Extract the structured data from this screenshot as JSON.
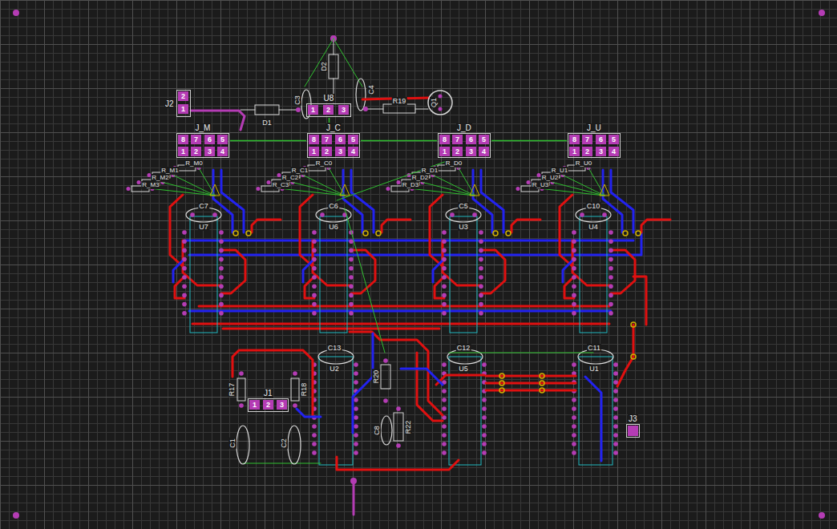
{
  "diagram": {
    "nodes": [
      {
        "text": [
          "J2",
          "2",
          "1"
        ]
      },
      {
        "text": [
          "U8",
          "1",
          "2",
          "3"
        ]
      },
      {
        "text": [
          "J_M",
          "8",
          "7",
          "6",
          "5",
          "1",
          "2",
          "3",
          "4"
        ]
      },
      {
        "text": [
          "J_C",
          "8",
          "7",
          "6",
          "5",
          "1",
          "2",
          "3",
          "4"
        ]
      },
      {
        "text": [
          "J_D",
          "8",
          "7",
          "6",
          "5",
          "1",
          "2",
          "3",
          "4"
        ]
      },
      {
        "text": [
          "J_U",
          "8",
          "7",
          "6",
          "5",
          "1",
          "2",
          "3",
          "4"
        ]
      },
      {
        "text": [
          "J1",
          "1",
          "2",
          "3"
        ]
      },
      {
        "text": [
          "J3"
        ]
      }
    ],
    "edges": [
      {
        "from": 2,
        "to": 3,
        "arrow": "none"
      },
      {
        "from": 3,
        "to": 4,
        "arrow": "none"
      },
      {
        "from": 4,
        "to": 5,
        "arrow": "none"
      },
      {
        "from": 3,
        "to": 1,
        "arrow": "none"
      }
    ],
    "labels": [
      "D1",
      "D2",
      "C3",
      "C4",
      "R19",
      "Q1",
      "R_M0",
      "R_M1",
      "R_M2",
      "R_M3",
      "R_C0",
      "R_C1",
      "R_C2",
      "R_C3",
      "R_D0",
      "R_D1",
      "R_D2",
      "R_D3",
      "R_U0",
      "R_U1",
      "R_U2",
      "R_U3",
      "C7",
      "U7",
      "C6",
      "U6",
      "C5",
      "U3",
      "C10",
      "U4",
      "C13",
      "U2",
      "C12",
      "U5",
      "C11",
      "U1",
      "R17",
      "R18",
      "C1",
      "C2",
      "C8",
      "R20",
      "R22"
    ]
  }
}
